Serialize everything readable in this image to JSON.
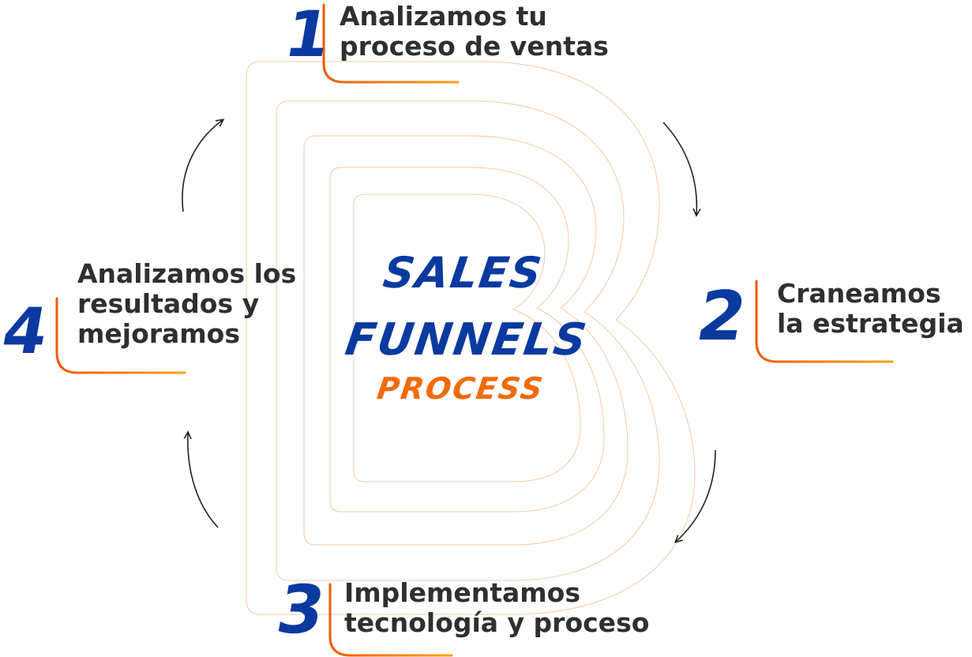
{
  "center": {
    "line1": "SALES",
    "line2": "FUNNELS",
    "line3": "PROCESS"
  },
  "steps": [
    {
      "number": "1",
      "line1": "Analizamos tu",
      "line2": "proceso de ventas"
    },
    {
      "number": "2",
      "line1": "Craneamos",
      "line2": "la estrategia"
    },
    {
      "number": "3",
      "line1": "Implementamos",
      "line2": "tecnología y proceso"
    },
    {
      "number": "4",
      "line1": "Analizamos los",
      "line2": "resultados y",
      "line3": "mejoramos"
    }
  ],
  "colors": {
    "number_blue": "#0a3aa0",
    "accent_orange": "#f26a0c",
    "text_dark": "#2f2f2f",
    "outline_orange": "#f7c9a4"
  }
}
